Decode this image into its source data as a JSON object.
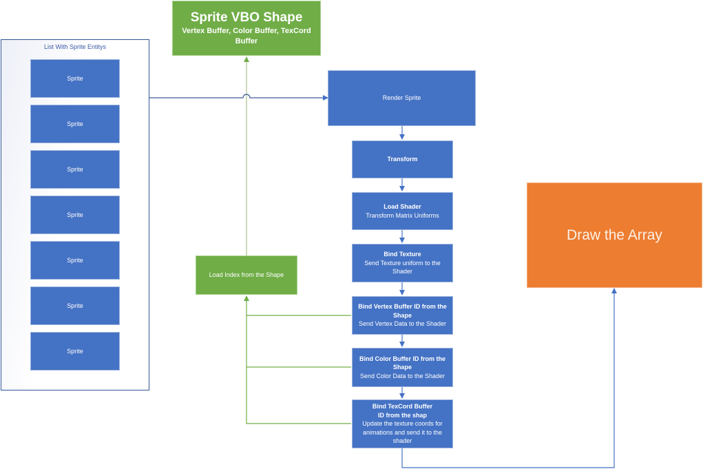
{
  "diagram": {
    "type": "flowchart",
    "colors": {
      "process_blue": "#4472c4",
      "data_green": "#70ad47",
      "output_orange": "#ed7d31",
      "connector_blue": "#4472c4",
      "connector_green": "#70ad47",
      "container_border": "#2f5597"
    },
    "sprite_list": {
      "title": "List With Sprite Entitys",
      "items": [
        "Sprite",
        "Sprite",
        "Sprite",
        "Sprite",
        "Sprite",
        "Sprite",
        "Sprite"
      ]
    },
    "vbo_shape": {
      "title": "Sprite VBO Shape",
      "subtitle": "Vertex Buffer, Color Buffer, TexCord Buffer"
    },
    "load_index": {
      "label": "Load Index from the Shape"
    },
    "pipeline": [
      {
        "title": "Render Sprite",
        "detail": ""
      },
      {
        "title": "Transform",
        "detail": ""
      },
      {
        "title": "Load Shader",
        "detail": "Transform Matrix Uniforms"
      },
      {
        "title": "Bind Texture",
        "detail": "Send Texture uniform to the Shader"
      },
      {
        "title": "Bind Vertex Buffer ID from the Shape",
        "detail": "Send Vertex Data to the Shader"
      },
      {
        "title": "Bind Color Buffer ID from the Shape",
        "detail": "Send Color Data to the Shader"
      },
      {
        "title": "Bind TexCord Buffer ID from the shap",
        "detail": "Update the texture coords for animations and send it to the shader"
      }
    ],
    "draw": {
      "label": "Draw the Array"
    },
    "edges": [
      {
        "from": "List With Sprite Entitys",
        "to": "Render Sprite"
      },
      {
        "from": "Render Sprite",
        "to": "Transform"
      },
      {
        "from": "Transform",
        "to": "Load Shader"
      },
      {
        "from": "Load Shader",
        "to": "Bind Texture"
      },
      {
        "from": "Bind Texture",
        "to": "Bind Vertex Buffer ID from the Shape"
      },
      {
        "from": "Bind Vertex Buffer ID from the Shape",
        "to": "Bind Color Buffer ID from the Shape"
      },
      {
        "from": "Bind Color Buffer ID from the Shape",
        "to": "Bind TexCord Buffer ID from the shap"
      },
      {
        "from": "Bind TexCord Buffer ID from the shap",
        "to": "Draw the Array"
      },
      {
        "from": "Bind Vertex Buffer ID from the Shape",
        "to": "Load Index from the Shape"
      },
      {
        "from": "Bind Color Buffer ID from the Shape",
        "to": "Load Index from the Shape"
      },
      {
        "from": "Bind TexCord Buffer ID from the shap",
        "to": "Load Index from the Shape"
      },
      {
        "from": "Load Index from the Shape",
        "to": "Sprite VBO Shape"
      }
    ]
  }
}
